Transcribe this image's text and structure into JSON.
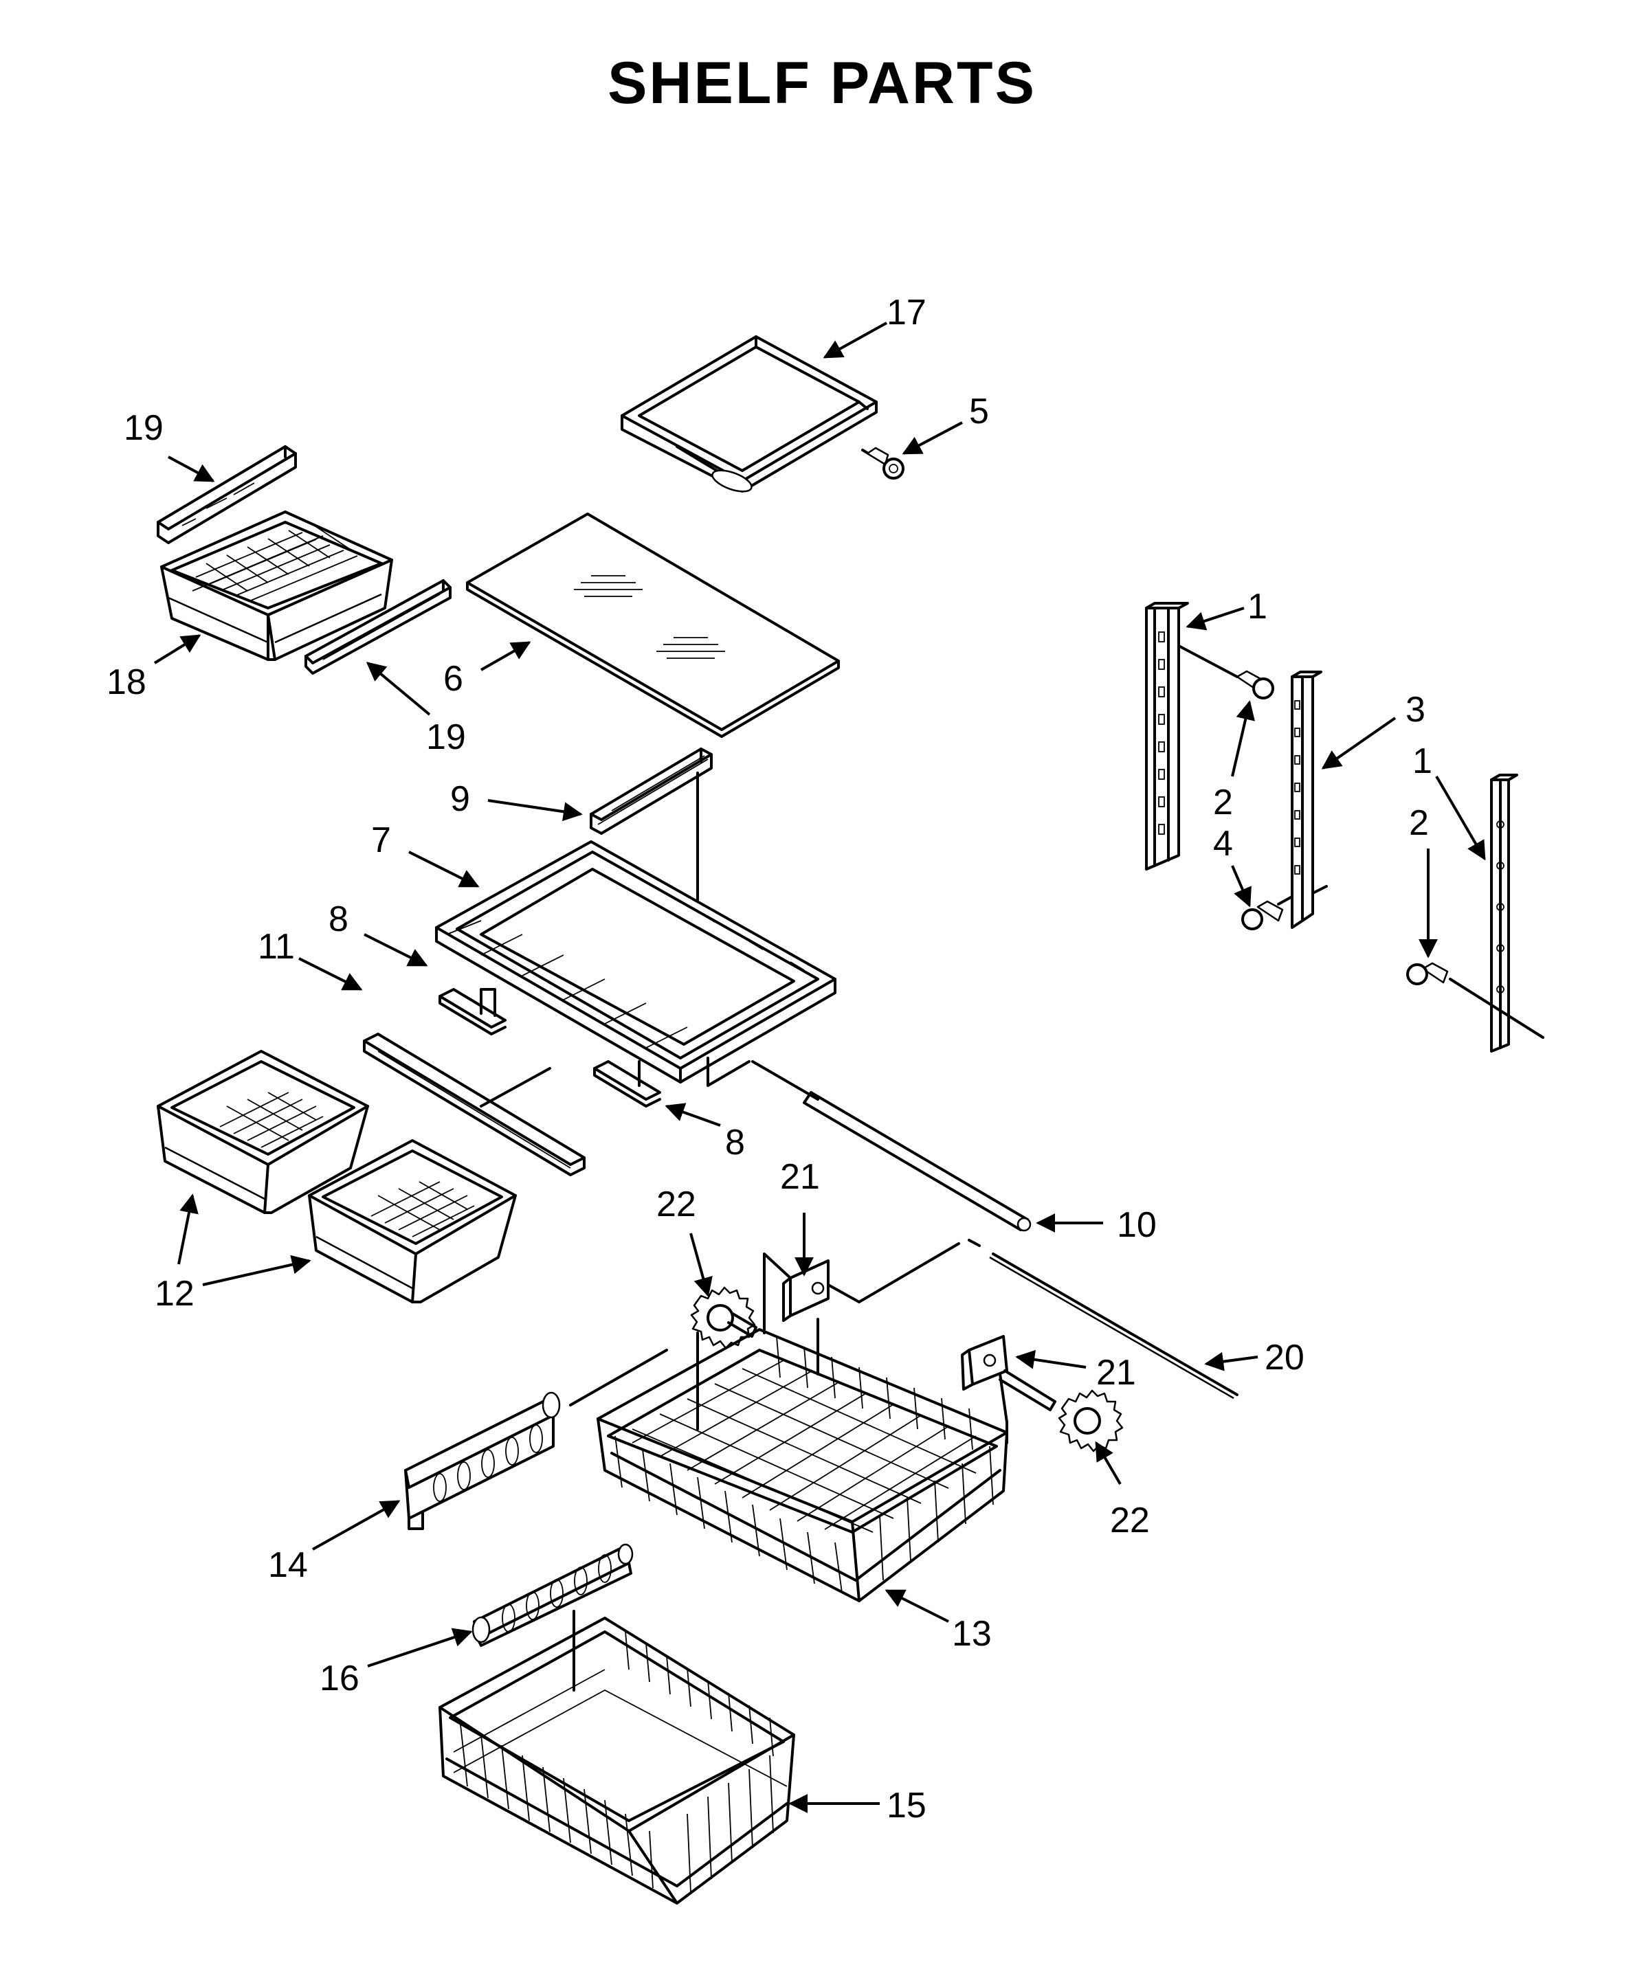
{
  "title": "SHELF PARTS",
  "callouts": [
    {
      "id": "c17",
      "text": "17"
    },
    {
      "id": "c5",
      "text": "5"
    },
    {
      "id": "c19a",
      "text": "19"
    },
    {
      "id": "c18",
      "text": "18"
    },
    {
      "id": "c19b",
      "text": "19"
    },
    {
      "id": "c6",
      "text": "6"
    },
    {
      "id": "c1a",
      "text": "1"
    },
    {
      "id": "c3",
      "text": "3"
    },
    {
      "id": "c2a",
      "text": "2"
    },
    {
      "id": "c4",
      "text": "4"
    },
    {
      "id": "c1b",
      "text": "1"
    },
    {
      "id": "c2b",
      "text": "2"
    },
    {
      "id": "c9",
      "text": "9"
    },
    {
      "id": "c7",
      "text": "7"
    },
    {
      "id": "c8a",
      "text": "8"
    },
    {
      "id": "c11",
      "text": "11"
    },
    {
      "id": "c8b",
      "text": "8"
    },
    {
      "id": "c21a",
      "text": "21"
    },
    {
      "id": "c22a",
      "text": "22"
    },
    {
      "id": "c10",
      "text": "10"
    },
    {
      "id": "c12",
      "text": "12"
    },
    {
      "id": "c20",
      "text": "20"
    },
    {
      "id": "c21b",
      "text": "21"
    },
    {
      "id": "c22b",
      "text": "22"
    },
    {
      "id": "c14",
      "text": "14"
    },
    {
      "id": "c13",
      "text": "13"
    },
    {
      "id": "c16",
      "text": "16"
    },
    {
      "id": "c15",
      "text": "15"
    }
  ]
}
